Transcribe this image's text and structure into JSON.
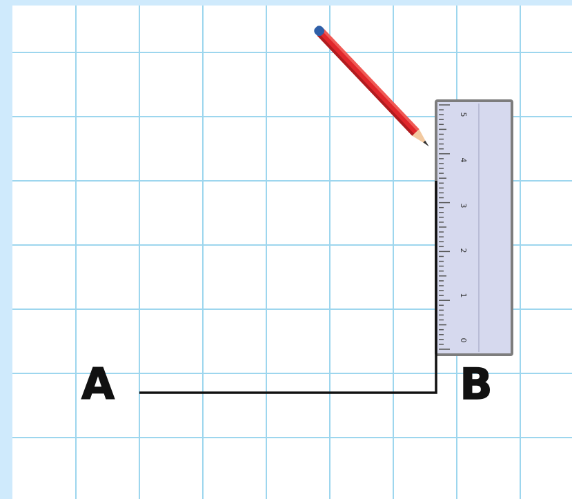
{
  "labels": {
    "point_a": "A",
    "point_b": "B"
  },
  "ruler": {
    "marks": [
      "0",
      "1",
      "2",
      "3",
      "4",
      "5"
    ]
  },
  "colors": {
    "page_border": "#cfeafc",
    "paper": "#ffffff",
    "grid_line": "#9dd6ee",
    "line_ab": "#111111",
    "ruler_body": "#d6d9ee",
    "ruler_edge": "#7d7d7d",
    "pencil_body": "#e0262b",
    "pencil_eraser": "#2f5fa8",
    "pencil_wood": "#f2c9a0"
  },
  "icons": {
    "pencil": "pencil-icon",
    "ruler": "ruler-icon"
  }
}
